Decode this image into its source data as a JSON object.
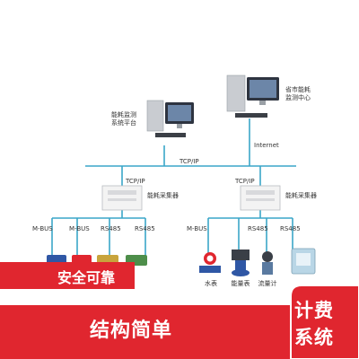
{
  "nodes": {
    "platform": "能耗监测\n系统平台",
    "center": "省市能耗\n监测中心",
    "internet": "Internet",
    "tcpip_top": "TCP/IP",
    "tcpip_left": "TCP/IP",
    "tcpip_right": "TCP/IP",
    "collector_left": "能耗采集器",
    "collector_right": "能耗采集器"
  },
  "buses_left": [
    "M-BUS",
    "M-BUS",
    "RS485",
    "RS485"
  ],
  "buses_right": [
    "M-BUS",
    "RS485",
    "RS485"
  ],
  "devices": [
    "水表",
    "能量表",
    "流量计"
  ],
  "banners": {
    "safe": "安全可靠",
    "simple": "结构简单",
    "badge_line1": "计费",
    "badge_line2": "系统"
  },
  "colors": {
    "line": "#3aa6c8",
    "red": "#e0262f"
  }
}
